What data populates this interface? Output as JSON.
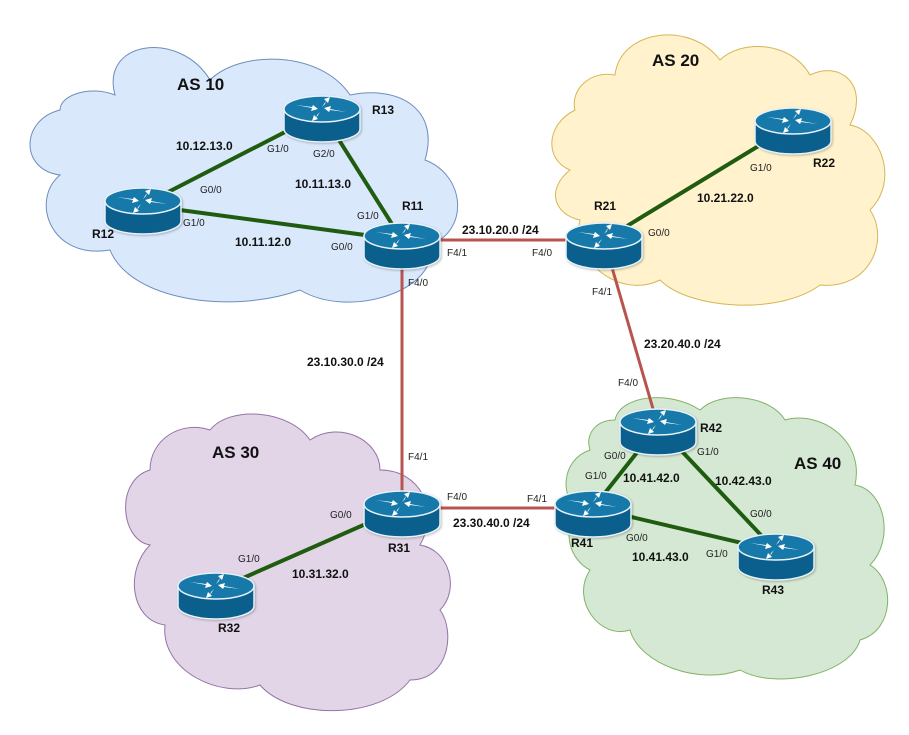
{
  "colors": {
    "as10_fill": "#dae8fc",
    "as10_stroke": "#6c8ebf",
    "as20_fill": "#fff2cc",
    "as20_stroke": "#d6b656",
    "as30_fill": "#e1d5e7",
    "as30_stroke": "#9673a6",
    "as40_fill": "#d5e8d4",
    "as40_stroke": "#82b366",
    "internal_link": "#1f5c0f",
    "external_link": "#b85450",
    "router_body": "#0a5f8c",
    "router_top": "#1679a9"
  },
  "autonomous_systems": [
    {
      "id": "as10",
      "label": "AS 10"
    },
    {
      "id": "as20",
      "label": "AS 20"
    },
    {
      "id": "as30",
      "label": "AS 30"
    },
    {
      "id": "as40",
      "label": "AS 40"
    }
  ],
  "routers": [
    {
      "id": "R11",
      "label": "R11"
    },
    {
      "id": "R12",
      "label": "R12"
    },
    {
      "id": "R13",
      "label": "R13"
    },
    {
      "id": "R21",
      "label": "R21"
    },
    {
      "id": "R22",
      "label": "R22"
    },
    {
      "id": "R31",
      "label": "R31"
    },
    {
      "id": "R32",
      "label": "R32"
    },
    {
      "id": "R41",
      "label": "R41"
    },
    {
      "id": "R42",
      "label": "R42"
    },
    {
      "id": "R43",
      "label": "R43"
    }
  ],
  "links": [
    {
      "id": "l1",
      "type": "internal",
      "a": "R12",
      "a_if": "G0/0",
      "b": "R13",
      "b_if": "G1/0",
      "network": "10.12.13.0"
    },
    {
      "id": "l2",
      "type": "internal",
      "a": "R13",
      "a_if": "G2/0",
      "b": "R11",
      "b_if": "G1/0",
      "network": "10.11.13.0"
    },
    {
      "id": "l3",
      "type": "internal",
      "a": "R12",
      "a_if": "G1/0",
      "b": "R11",
      "b_if": "G0/0",
      "network": "10.11.12.0"
    },
    {
      "id": "l4",
      "type": "external",
      "a": "R11",
      "a_if": "F4/1",
      "b": "R21",
      "b_if": "F4/0",
      "network": "23.10.20.0 /24"
    },
    {
      "id": "l5",
      "type": "internal",
      "a": "R21",
      "a_if": "G0/0",
      "b": "R22",
      "b_if": "G1/0",
      "network": "10.21.22.0"
    },
    {
      "id": "l6",
      "type": "external",
      "a": "R11",
      "a_if": "F4/0",
      "b": "R31",
      "b_if": "F4/1",
      "network": "23.10.30.0 /24"
    },
    {
      "id": "l7",
      "type": "external",
      "a": "R21",
      "a_if": "F4/1",
      "b": "R42",
      "b_if": "F4/0",
      "network": "23.20.40.0 /24"
    },
    {
      "id": "l8",
      "type": "external",
      "a": "R31",
      "a_if": "F4/0",
      "b": "R41",
      "b_if": "F4/1",
      "network": "23.30.40.0 /24"
    },
    {
      "id": "l9",
      "type": "internal",
      "a": "R31",
      "a_if": "G0/0",
      "b": "R32",
      "b_if": "G1/0",
      "network": "10.31.32.0"
    },
    {
      "id": "l10",
      "type": "internal",
      "a": "R42",
      "a_if": "G0/0",
      "b": "R41",
      "b_if": "G1/0",
      "network": "10.41.42.0"
    },
    {
      "id": "l11",
      "type": "internal",
      "a": "R42",
      "a_if": "G1/0",
      "b": "R43",
      "b_if": "G0/0",
      "network": "10.42.43.0"
    },
    {
      "id": "l12",
      "type": "internal",
      "a": "R41",
      "a_if": "G0/0",
      "b": "R43",
      "b_if": "G1/0",
      "network": "10.41.43.0"
    }
  ]
}
